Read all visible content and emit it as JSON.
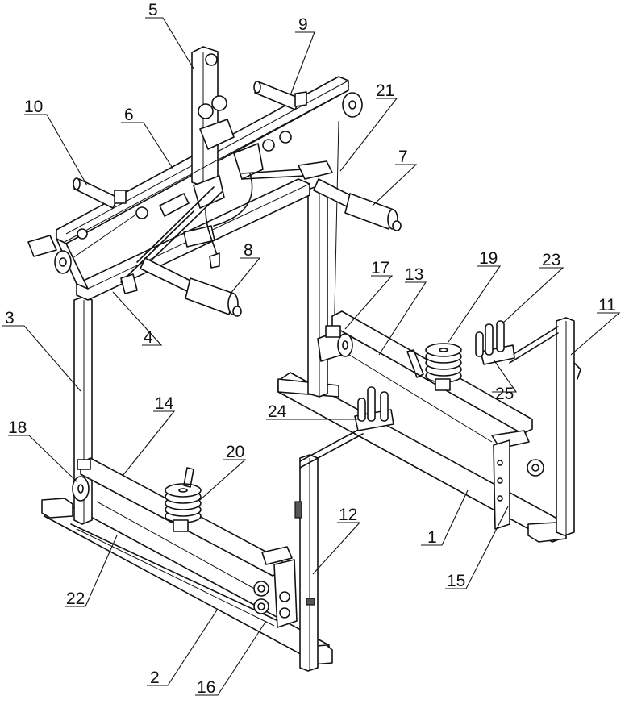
{
  "callouts": [
    {
      "id": "1",
      "text": "1"
    },
    {
      "id": "2",
      "text": "2"
    },
    {
      "id": "3",
      "text": "3"
    },
    {
      "id": "4",
      "text": "4"
    },
    {
      "id": "5",
      "text": "5"
    },
    {
      "id": "6",
      "text": "6"
    },
    {
      "id": "7",
      "text": "7"
    },
    {
      "id": "8",
      "text": "8"
    },
    {
      "id": "9",
      "text": "9"
    },
    {
      "id": "10",
      "text": "10"
    },
    {
      "id": "11",
      "text": "11"
    },
    {
      "id": "12",
      "text": "12"
    },
    {
      "id": "13",
      "text": "13"
    },
    {
      "id": "14",
      "text": "14"
    },
    {
      "id": "15",
      "text": "15"
    },
    {
      "id": "16",
      "text": "16"
    },
    {
      "id": "17",
      "text": "17"
    },
    {
      "id": "18",
      "text": "18"
    },
    {
      "id": "19",
      "text": "19"
    },
    {
      "id": "20",
      "text": "20"
    },
    {
      "id": "21",
      "text": "21"
    },
    {
      "id": "22",
      "text": "22"
    },
    {
      "id": "23",
      "text": "23"
    },
    {
      "id": "24",
      "text": "24"
    },
    {
      "id": "25",
      "text": "25"
    }
  ]
}
